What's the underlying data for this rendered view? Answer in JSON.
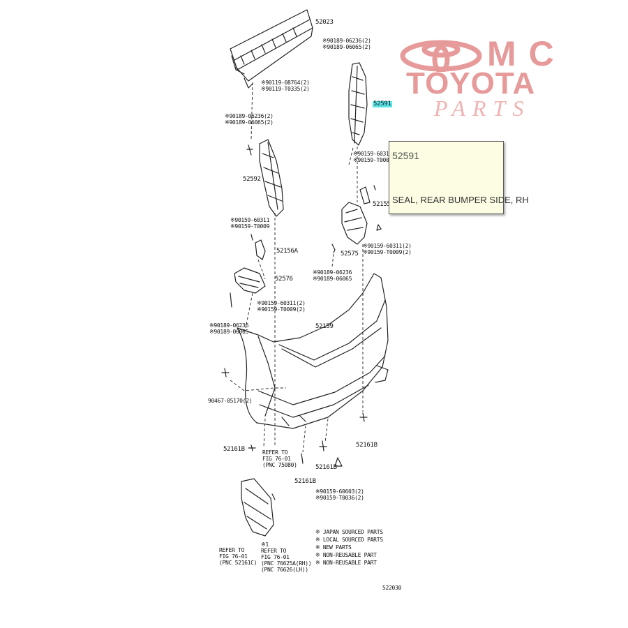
{
  "brand": {
    "line1": "MC",
    "line2": "TOYOTA",
    "line3": "PARTS",
    "color": "#e79a9a"
  },
  "tooltip": {
    "part_code": "52591",
    "part_name": "SEAL, REAR BUMPER SIDE, RH"
  },
  "highlight_color": "#5de6ea",
  "labels": {
    "l_52023": "52023",
    "l_a1": "※90189-06236(2)",
    "l_a2": "※90189-06065(2)",
    "l_b1": "※90119-08764(2)",
    "l_b2": "※90119-T0335(2)",
    "l_52591": "52591",
    "l_c1": "※90189-06236(2)",
    "l_c2": "※90189-06065(2)",
    "l_d1": "※90159-60311",
    "l_d2": "※90159-T0009",
    "l_52592": "52592",
    "l_52155": "52155",
    "l_e1": "※90159-60311",
    "l_e2": "※90159-T0009",
    "l_52156A": "52156A",
    "l_52575": "52575",
    "l_f1": "※90159-60311(2)",
    "l_f2": "※90159-T0009(2)",
    "l_g1": "※90189-06236",
    "l_g2": "※90189-06065",
    "l_52576": "52576",
    "l_h1": "※90159-60311(2)",
    "l_h2": "※90159-T0009(2)",
    "l_i1": "※90189-06236",
    "l_i2": "※90189-06065",
    "l_52159": "52159",
    "l_j1": "90467-05170(2)",
    "l_52161B_a": "52161B",
    "l_52161B_b": "52161B",
    "l_52161B_c": "52161B",
    "l_52161B_d": "52161B",
    "l_ref1_1": "REFER TO",
    "l_ref1_2": "FIG 76-01",
    "l_ref1_3": "(PNC 75080)",
    "l_k1": "※90159-60603(2)",
    "l_k2": "※90159-T0036(2)",
    "l_ref2_1": "REFER TO",
    "l_ref2_2": "FIG 76-01",
    "l_ref2_3": "(PNC 52161C)",
    "l_ref3_0": "※1",
    "l_ref3_1": "REFER TO",
    "l_ref3_2": "FIG 76-01",
    "l_ref3_3": "(PNC 76625A(RH))",
    "l_ref3_4": "(PNC 76626(LH))",
    "legend1": "※ JAPAN SOURCED PARTS",
    "legend2": "※ LOCAL SOURCED PARTS",
    "legend3": "※ NEW PARTS",
    "legend4": "※ NON-REUSABLE PART",
    "legend5": "※ NON-REUSABLE PART",
    "fig_code": "522030"
  }
}
